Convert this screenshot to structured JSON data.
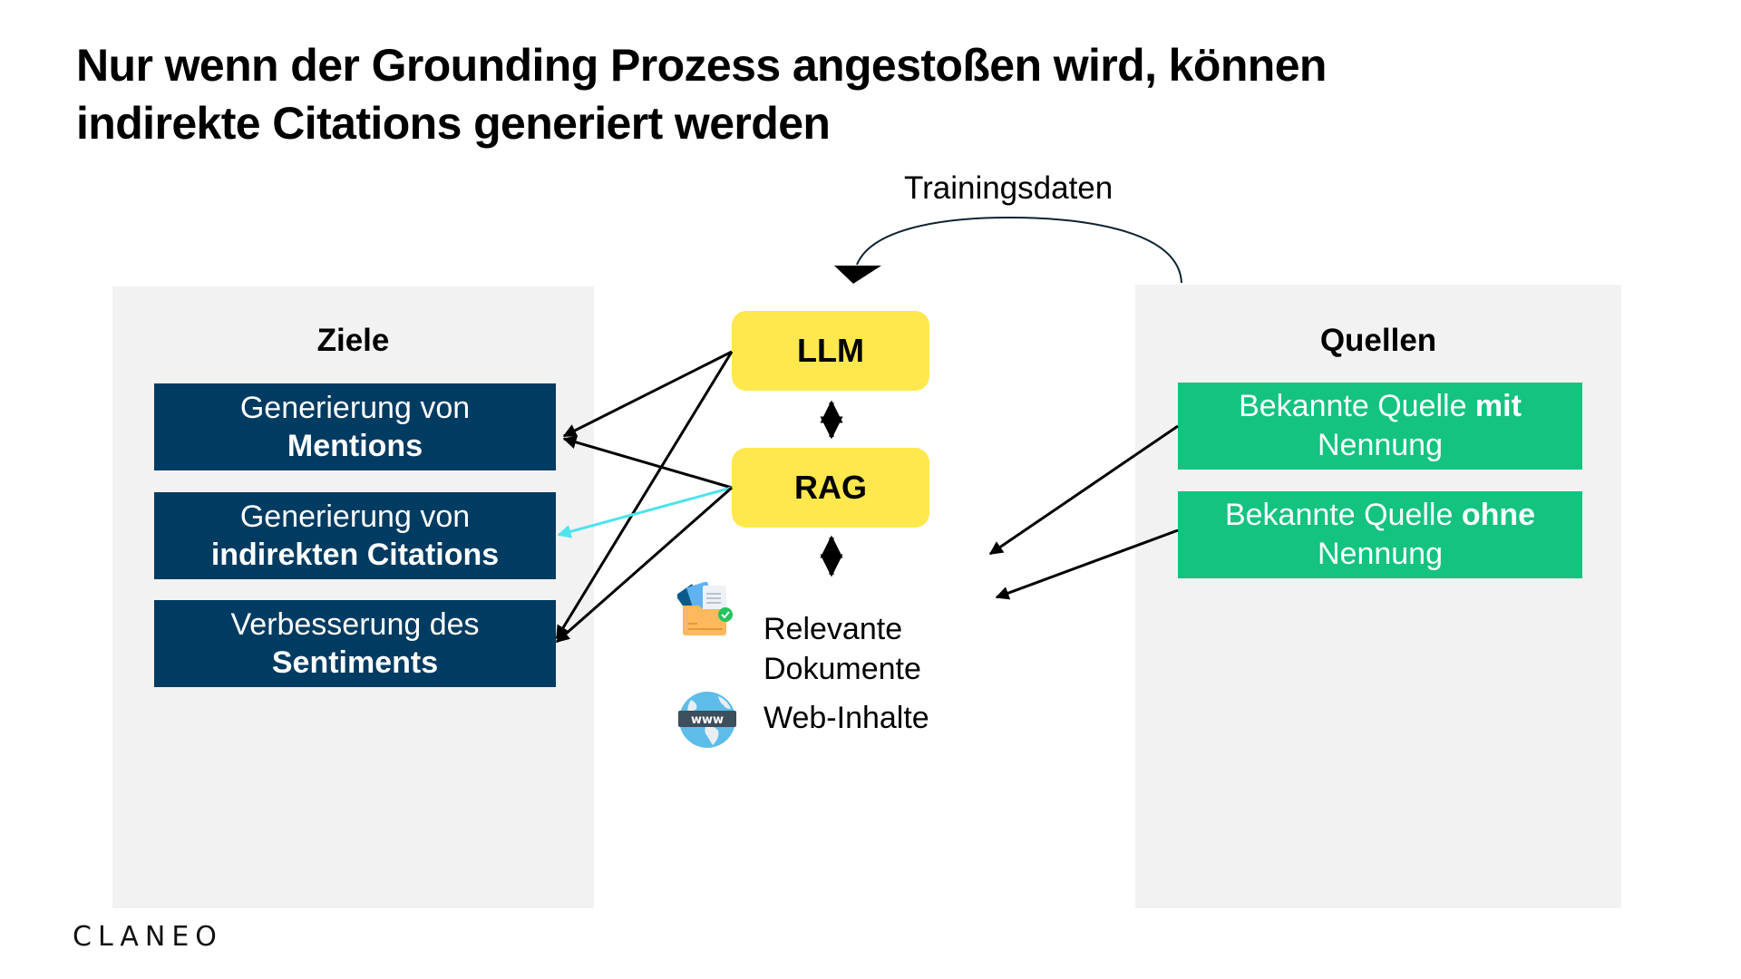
{
  "title": {
    "line1": "Nur wenn der Grounding Prozess angestoßen wird, können",
    "line2": "indirekte Citations generiert werden"
  },
  "training": {
    "label": "Trainingsdaten"
  },
  "goals_panel": {
    "heading": "Ziele",
    "items": [
      {
        "line1": "Generierung von",
        "line2": "Mentions"
      },
      {
        "line1": "Generierung von",
        "line2": "indirekten Citations"
      },
      {
        "line1": "Verbesserung des",
        "line2": "Sentiments"
      }
    ]
  },
  "center": {
    "nodes": [
      {
        "label": "LLM"
      },
      {
        "label": "RAG"
      }
    ],
    "resources": [
      {
        "icon": "documents-folder-icon",
        "line1": "Relevante",
        "line2": "Dokumente"
      },
      {
        "icon": "www-globe-icon",
        "line1": "Web-Inhalte"
      }
    ]
  },
  "sources_panel": {
    "heading": "Quellen",
    "items": [
      {
        "prefix": "Bekannte Quelle ",
        "emphasis": "mit",
        "line2": "Nennung"
      },
      {
        "prefix": "Bekannte Quelle ",
        "emphasis": "ohne",
        "line2": "Nennung"
      }
    ]
  },
  "colors": {
    "goal_box": "#003b61",
    "source_box": "#13c37f",
    "node_box": "#ffe84d",
    "panel_bg": "#f2f2f2",
    "highlight_arrow": "#4de3ec",
    "arrow": "#000000"
  },
  "logo": {
    "text": "CLANEO"
  }
}
